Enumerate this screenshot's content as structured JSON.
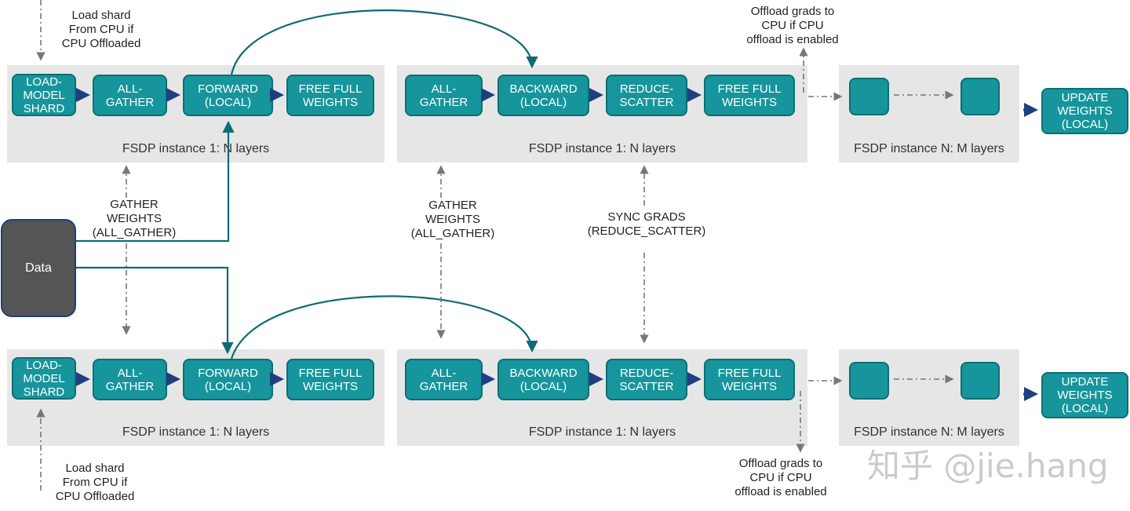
{
  "rows": [
    {
      "pipeline": {
        "load": "LOAD-\nMODEL\nSHARD",
        "allgather_fwd": "ALL-\nGATHER",
        "forward": "FORWARD\n(LOCAL)",
        "free_fwd": "FREE FULL\nWEIGHTS",
        "allgather_bwd": "ALL-\nGATHER",
        "backward": "BACKWARD\n(LOCAL)",
        "reduce": "REDUCE-\nSCATTER",
        "free_bwd": "FREE FULL\nWEIGHTS",
        "update": "UPDATE\nWEIGHTS\n(LOCAL)"
      },
      "panel_labels": [
        "FSDP instance 1: N layers",
        "FSDP instance 1: N layers",
        "FSDP instance N: M layers"
      ],
      "load_note": "Load shard\nFrom CPU if\nCPU Offloaded",
      "offload_note": "Offload grads to\nCPU if CPU\noffload is enabled"
    },
    {
      "pipeline": {
        "load": "LOAD-\nMODEL\nSHARD",
        "allgather_fwd": "ALL-\nGATHER",
        "forward": "FORWARD\n(LOCAL)",
        "free_fwd": "FREE FULL\nWEIGHTS",
        "allgather_bwd": "ALL-\nGATHER",
        "backward": "BACKWARD\n(LOCAL)",
        "reduce": "REDUCE-\nSCATTER",
        "free_bwd": "FREE FULL\nWEIGHTS",
        "update": "UPDATE\nWEIGHTS\n(LOCAL)"
      },
      "panel_labels": [
        "FSDP instance 1: N layers",
        "FSDP instance 1: N layers",
        "FSDP instance N: M layers"
      ],
      "load_note": "Load shard\nFrom CPU if\nCPU Offloaded",
      "offload_note": "Offload grads to\nCPU if CPU\noffload is enabled"
    }
  ],
  "data_label": "Data",
  "comm_notes": {
    "gather_left": "GATHER\nWEIGHTS\n(ALL_GATHER)",
    "gather_mid": "GATHER\nWEIGHTS\n(ALL_GATHER)",
    "sync_grads": "SYNC GRADS\n(REDUCE_SCATTER)"
  },
  "watermark": "知乎 @jie.hang",
  "colors": {
    "box": "#17959c",
    "box_border": "#0c6f74",
    "panel": "#e6e6e6",
    "link": "#0f6b74",
    "arrow": "#1e3f82",
    "dash": "#888888"
  }
}
